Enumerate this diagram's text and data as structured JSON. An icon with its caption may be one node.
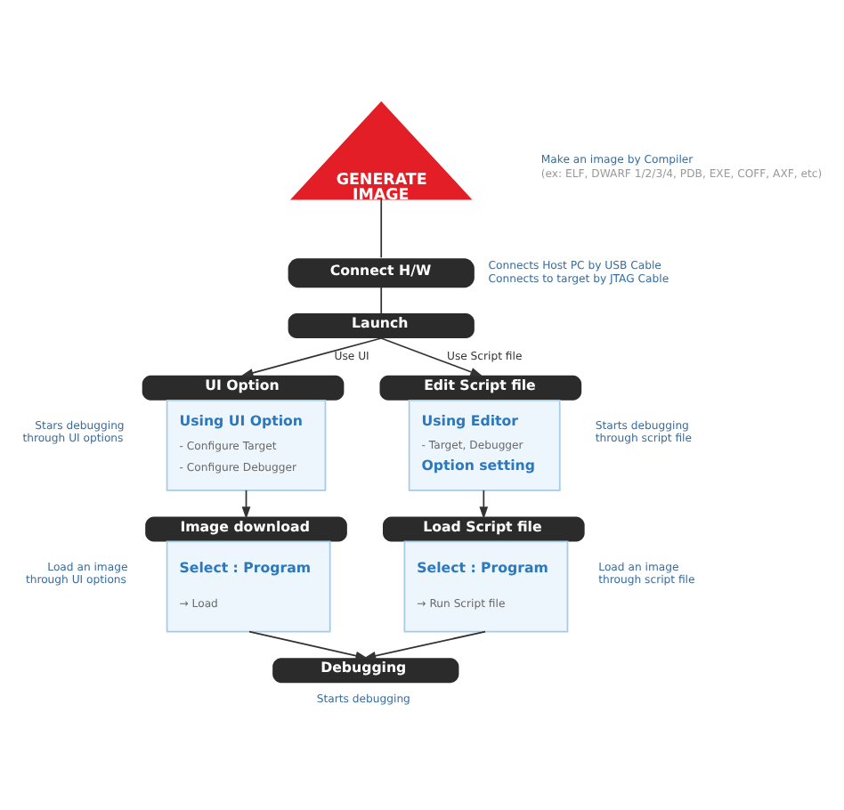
{
  "diagram": {
    "nodes": [
      {
        "text": [
          "GENERATE IMAGE"
        ],
        "beside": [
          "Make an image by Compiler",
          "(ex: ELF, DWARF 1/2/3/4, PDB, EXE, COFF, AXF, etc)"
        ]
      },
      {
        "text": [
          "Connect H/W"
        ],
        "beside": [
          "Connects Host PC by USB Cable",
          "Connects to target by JTAG Cable"
        ]
      },
      {
        "text": [
          "Launch"
        ]
      },
      {
        "text": [
          "UI Option",
          "Using UI Option",
          "- Configure Target",
          "- Configure Debugger"
        ],
        "beside": [
          "Stars debugging through UI options"
        ]
      },
      {
        "text": [
          "Edit Script file",
          "Using Editor",
          "- Target, Debugger",
          "Option setting"
        ],
        "beside": [
          "Starts debugging through script file"
        ]
      },
      {
        "text": [
          "Image download",
          "Select : Program",
          "→ Load"
        ],
        "beside": [
          "Load an image through UI options"
        ]
      },
      {
        "text": [
          "Load Script file",
          "Select : Program",
          "→ Run Script file"
        ],
        "beside": [
          "Load an image through script file"
        ]
      },
      {
        "text": [
          "Debugging"
        ],
        "beside": [
          "Starts debugging"
        ]
      }
    ],
    "edges": [
      {
        "from": 0,
        "to": 1,
        "arrow": "none"
      },
      {
        "from": 1,
        "to": 2,
        "arrow": "none"
      },
      {
        "from": 2,
        "to": 3,
        "arrow": "to",
        "label": "Use UI"
      },
      {
        "from": 2,
        "to": 4,
        "arrow": "to",
        "label": "Use Script file"
      },
      {
        "from": 3,
        "to": 5,
        "arrow": "to"
      },
      {
        "from": 4,
        "to": 6,
        "arrow": "to"
      },
      {
        "from": 5,
        "to": 7,
        "arrow": "to"
      },
      {
        "from": 6,
        "to": 7,
        "arrow": "to"
      }
    ]
  }
}
